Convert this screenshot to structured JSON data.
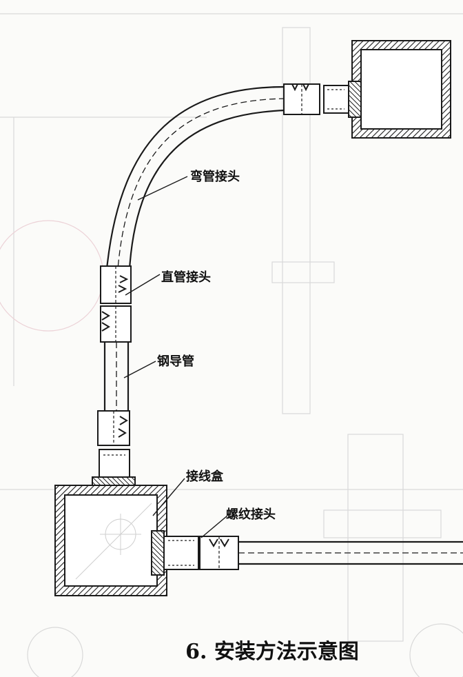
{
  "labels": {
    "elbow_fitting": "弯管接头",
    "straight_fitting": "直管接头",
    "steel_conduit": "钢导管",
    "junction_box": "接线盒",
    "threaded_fitting": "螺纹接头"
  },
  "caption": "6. 安装方法示意图",
  "colors": {
    "line": "#1a1a1a",
    "faint": "#d7d7d7",
    "pinkish": "#e8c9cf"
  }
}
